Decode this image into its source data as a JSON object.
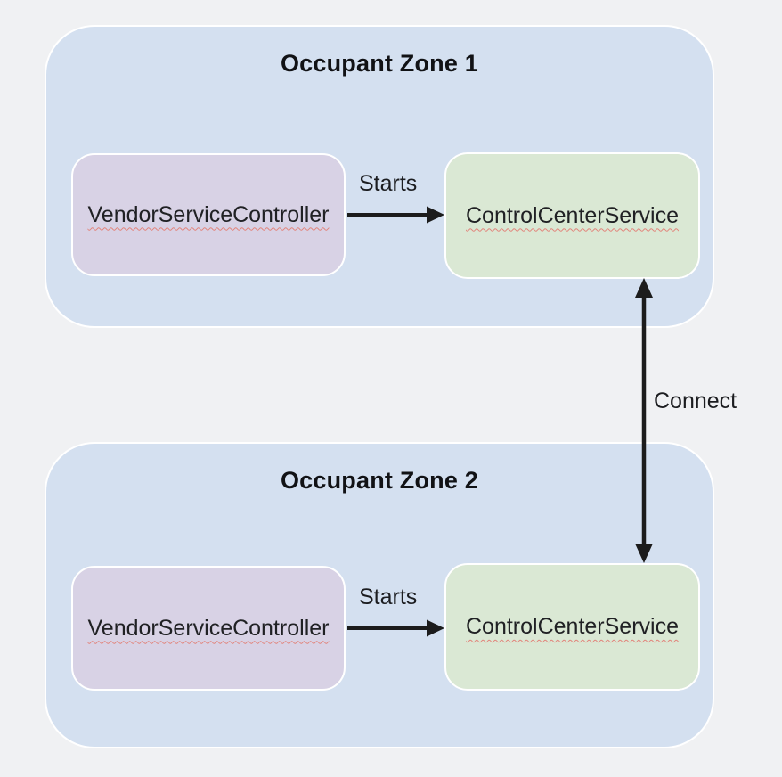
{
  "colors": {
    "page_bg": "#f0f1f3",
    "zone_fill": "#d4e0f0",
    "vendor_node_fill": "#d8d2e5",
    "control_node_fill": "#dae8d4",
    "node_border": "#ffffff",
    "arrow": "#1c1c1c",
    "text": "#202124",
    "spellcheck_squiggle": "#e2837a"
  },
  "zones": [
    {
      "title": "Occupant Zone 1",
      "nodes": [
        {
          "label": "VendorServiceController"
        },
        {
          "label": "ControlCenterService"
        }
      ],
      "edge_label": "Starts"
    },
    {
      "title": "Occupant Zone 2",
      "nodes": [
        {
          "label": "VendorServiceController"
        },
        {
          "label": "ControlCenterService"
        }
      ],
      "edge_label": "Starts"
    }
  ],
  "connect_edge": {
    "label": "Connect"
  }
}
